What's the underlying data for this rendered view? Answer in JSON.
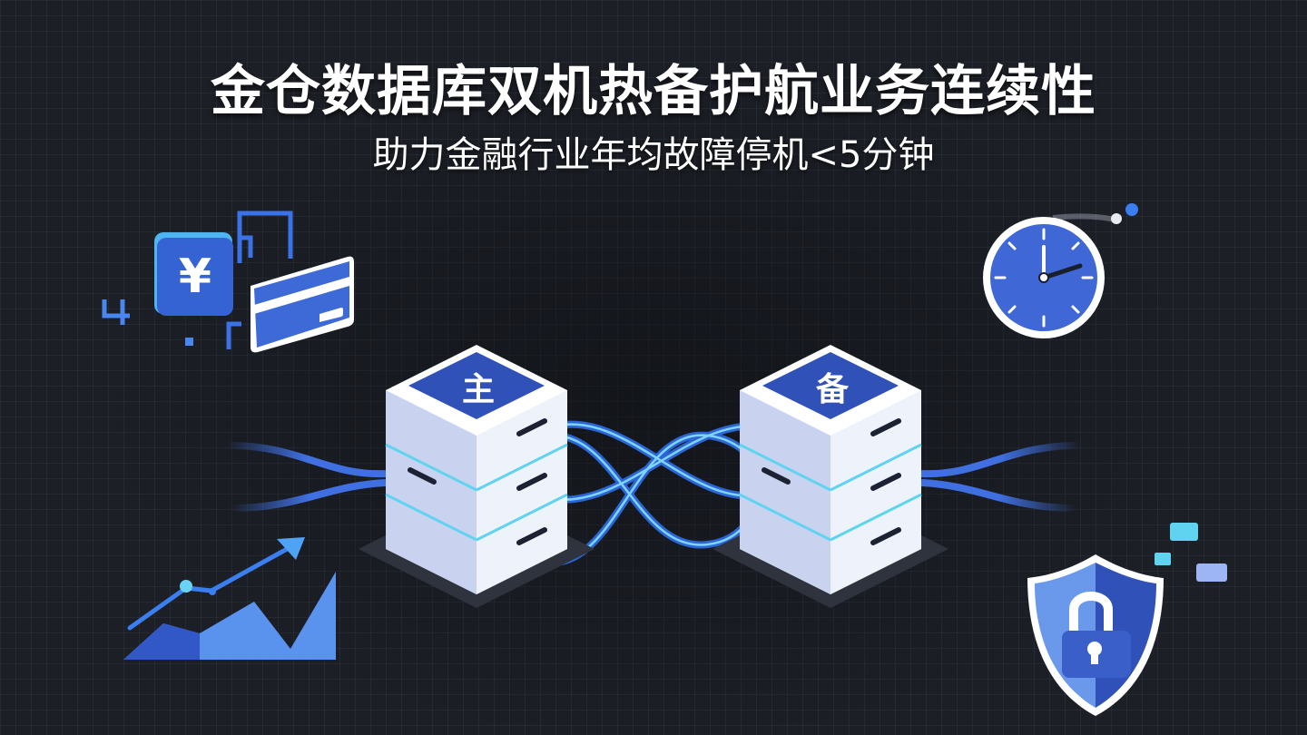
{
  "header": {
    "title": "金仓数据库双机热备护航业务连续性",
    "subtitle": "助力金融行业年均故障停机<5分钟"
  },
  "diagram": {
    "primary_server": {
      "label": "主",
      "icon": "server-stack-icon"
    },
    "standby_server": {
      "label": "备",
      "icon": "server-stack-icon"
    },
    "link": {
      "icon": "sync-cables-icon"
    }
  },
  "decorations": {
    "finance": {
      "icons": [
        "yuan-icon",
        "credit-card-icon"
      ],
      "glyph": "¥"
    },
    "clock": {
      "icon": "clock-icon"
    },
    "growth": {
      "icon": "growth-chart-icon"
    },
    "security": {
      "icon": "shield-lock-icon"
    }
  },
  "colors": {
    "background": "#1c1f26",
    "accent_blue": "#3f6fe0",
    "deep_blue": "#2d4fb8",
    "cyan": "#5fd3f0",
    "white": "#ffffff"
  }
}
